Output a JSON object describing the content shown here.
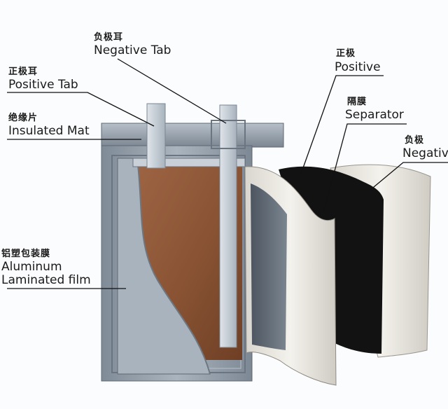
{
  "labels": {
    "negative_tab": {
      "cn": "负极耳",
      "en": "Negative Tab"
    },
    "positive_tab": {
      "cn": "正极耳",
      "en": "Positive Tab"
    },
    "insulated_mat": {
      "cn": "绝缘片",
      "en": "Insulated Mat"
    },
    "aluminum_film": {
      "cn": "铝塑包装膜",
      "en_line1": "Aluminum",
      "en_line2": "Laminated film"
    },
    "positive": {
      "cn": "正极",
      "en": "Positive"
    },
    "separator": {
      "cn": "隔膜",
      "en": "Separator"
    },
    "negative": {
      "cn": "负极",
      "en": "Negative"
    }
  },
  "colors": {
    "casing": "#8d99a6",
    "casing_dark": "#5e6874",
    "electrode_brown": "#8a5434",
    "tab": "#cfd6dd",
    "separator_black": "#111111",
    "sheet_white": "#ece9e2",
    "leader_line": "#111111"
  }
}
